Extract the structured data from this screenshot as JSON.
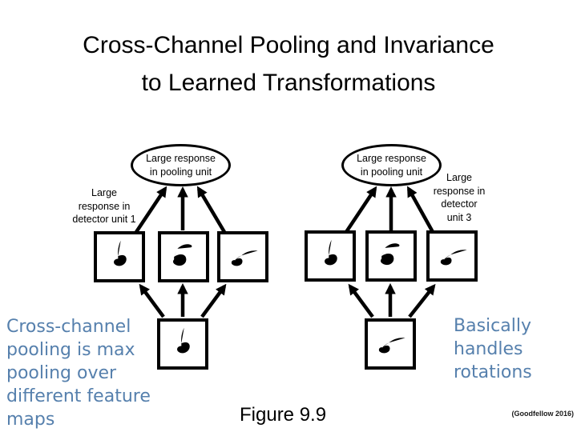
{
  "slide": {
    "title_line1": "Cross-Channel Pooling and Invariance",
    "title_line2": "to Learned Transformations",
    "figure_caption": "Figure 9.9",
    "credit": "(Goodfellow 2016)",
    "background_color": "#ffffff",
    "title_color": "#000000",
    "notes": {
      "left_text": "Cross-channel pooling is max pooling over different feature maps",
      "right_text": "Basically handles rotations",
      "color": "#5680AD"
    }
  },
  "diagram": {
    "ink_color": "#000000",
    "left_group": {
      "pooling_unit_lines": [
        "Large response",
        "in pooling unit"
      ],
      "detector_label_lines": [
        "Large",
        "response in",
        "detector unit 1"
      ],
      "filter_glyphs": [
        "five-rotated-left-glyph",
        "five-upright-glyph",
        "five-rotated-right-glyph"
      ],
      "input_glyph": "five-rotated-left-glyph"
    },
    "right_group": {
      "pooling_unit_lines": [
        "Large response",
        "in pooling unit"
      ],
      "detector_label_lines": [
        "Large",
        "response in",
        "detector",
        "unit 3"
      ],
      "filter_glyphs": [
        "five-rotated-left-glyph",
        "five-upright-glyph",
        "five-rotated-right-glyph"
      ],
      "input_glyph": "five-rotated-right-glyph"
    }
  }
}
